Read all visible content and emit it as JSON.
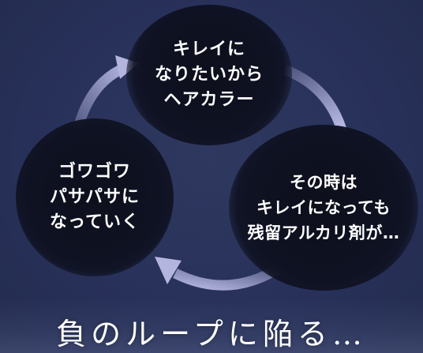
{
  "nodes": {
    "top": "キレイに\nなりたいから\nヘアカラー",
    "right": "その時は\nキレイになっても\n残留アルカリ剤が…",
    "left": "ゴワゴワ\nパサパサに\nなっていく"
  },
  "caption": "負のループに陥る…",
  "colors": {
    "background": "#2b3457",
    "blob": "#0f1222",
    "arrow": "#a9acd6",
    "text": "#ffffff"
  }
}
